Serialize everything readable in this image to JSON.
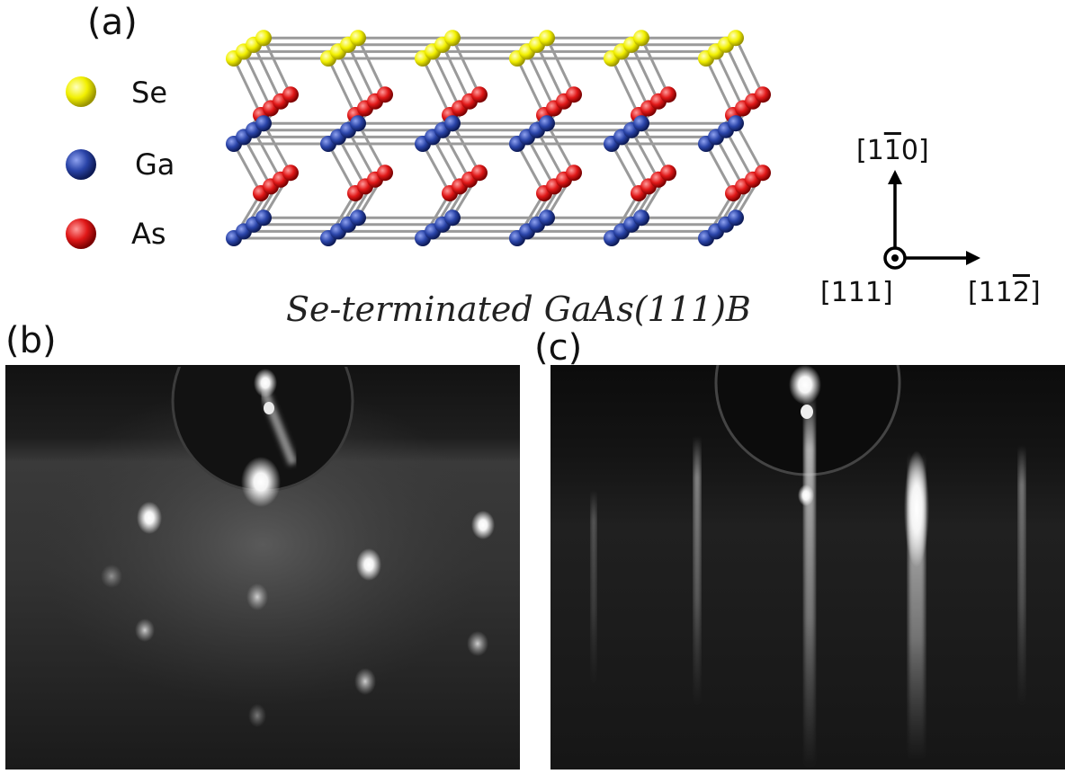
{
  "panels": {
    "a": {
      "label": "(a)"
    },
    "b": {
      "label": "(b)"
    },
    "c": {
      "label": "(c)"
    }
  },
  "legend": [
    {
      "symbol": "Se",
      "color": "#f2f000"
    },
    {
      "symbol": "Ga",
      "color": "#2a44a8"
    },
    {
      "symbol": "As",
      "color": "#e01818"
    }
  ],
  "structure": {
    "caption": "Se-terminated GaAs(111)B",
    "bond_color": "#9a9a9a"
  },
  "axes": {
    "up": {
      "open": "[1",
      "bar": "1",
      "close": "0]"
    },
    "right": {
      "open": "[11",
      "bar": "2",
      "close": "]"
    },
    "out": {
      "text": "[111]"
    }
  }
}
